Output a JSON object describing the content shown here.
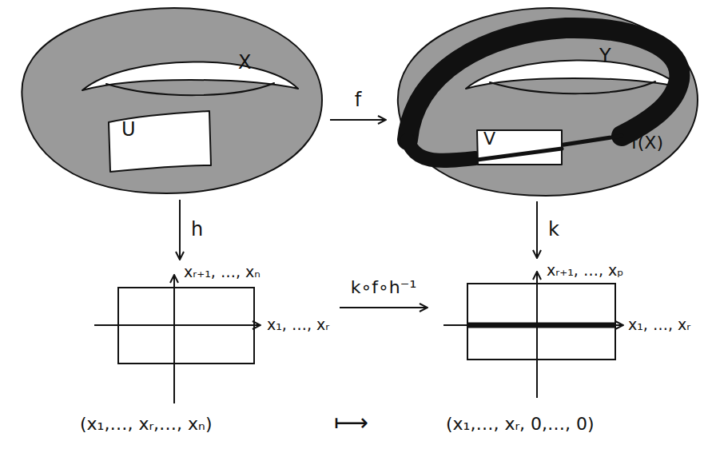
{
  "diagram": {
    "nodes": [
      {
        "text": [
          "X"
        ]
      },
      {
        "text": [
          "U"
        ],
        "in": 0
      },
      {
        "text": [
          "Y"
        ]
      },
      {
        "text": [
          "V"
        ],
        "in": 2
      },
      {
        "text": [
          "xᵣ₊₁, …, xₙ",
          "x₁, …, xᵣ"
        ]
      },
      {
        "text": [
          "xᵣ₊₁, …, xₚ",
          "x₁, …, xᵣ"
        ]
      }
    ],
    "edges": [
      {
        "from": 0,
        "to": 2,
        "label": "f",
        "arrow": "to"
      },
      {
        "from": 0,
        "to": 4,
        "label": "h",
        "arrow": "to"
      },
      {
        "from": 2,
        "to": 5,
        "label": "k",
        "arrow": "to"
      },
      {
        "from": 4,
        "to": 5,
        "label": "k∘f∘h⁻¹",
        "arrow": "to"
      }
    ],
    "labels": [
      "f(X)",
      "(x₁,…, xᵣ,…, xₙ)",
      "⟼",
      "(x₁,…, xᵣ, 0,…, 0)"
    ]
  }
}
